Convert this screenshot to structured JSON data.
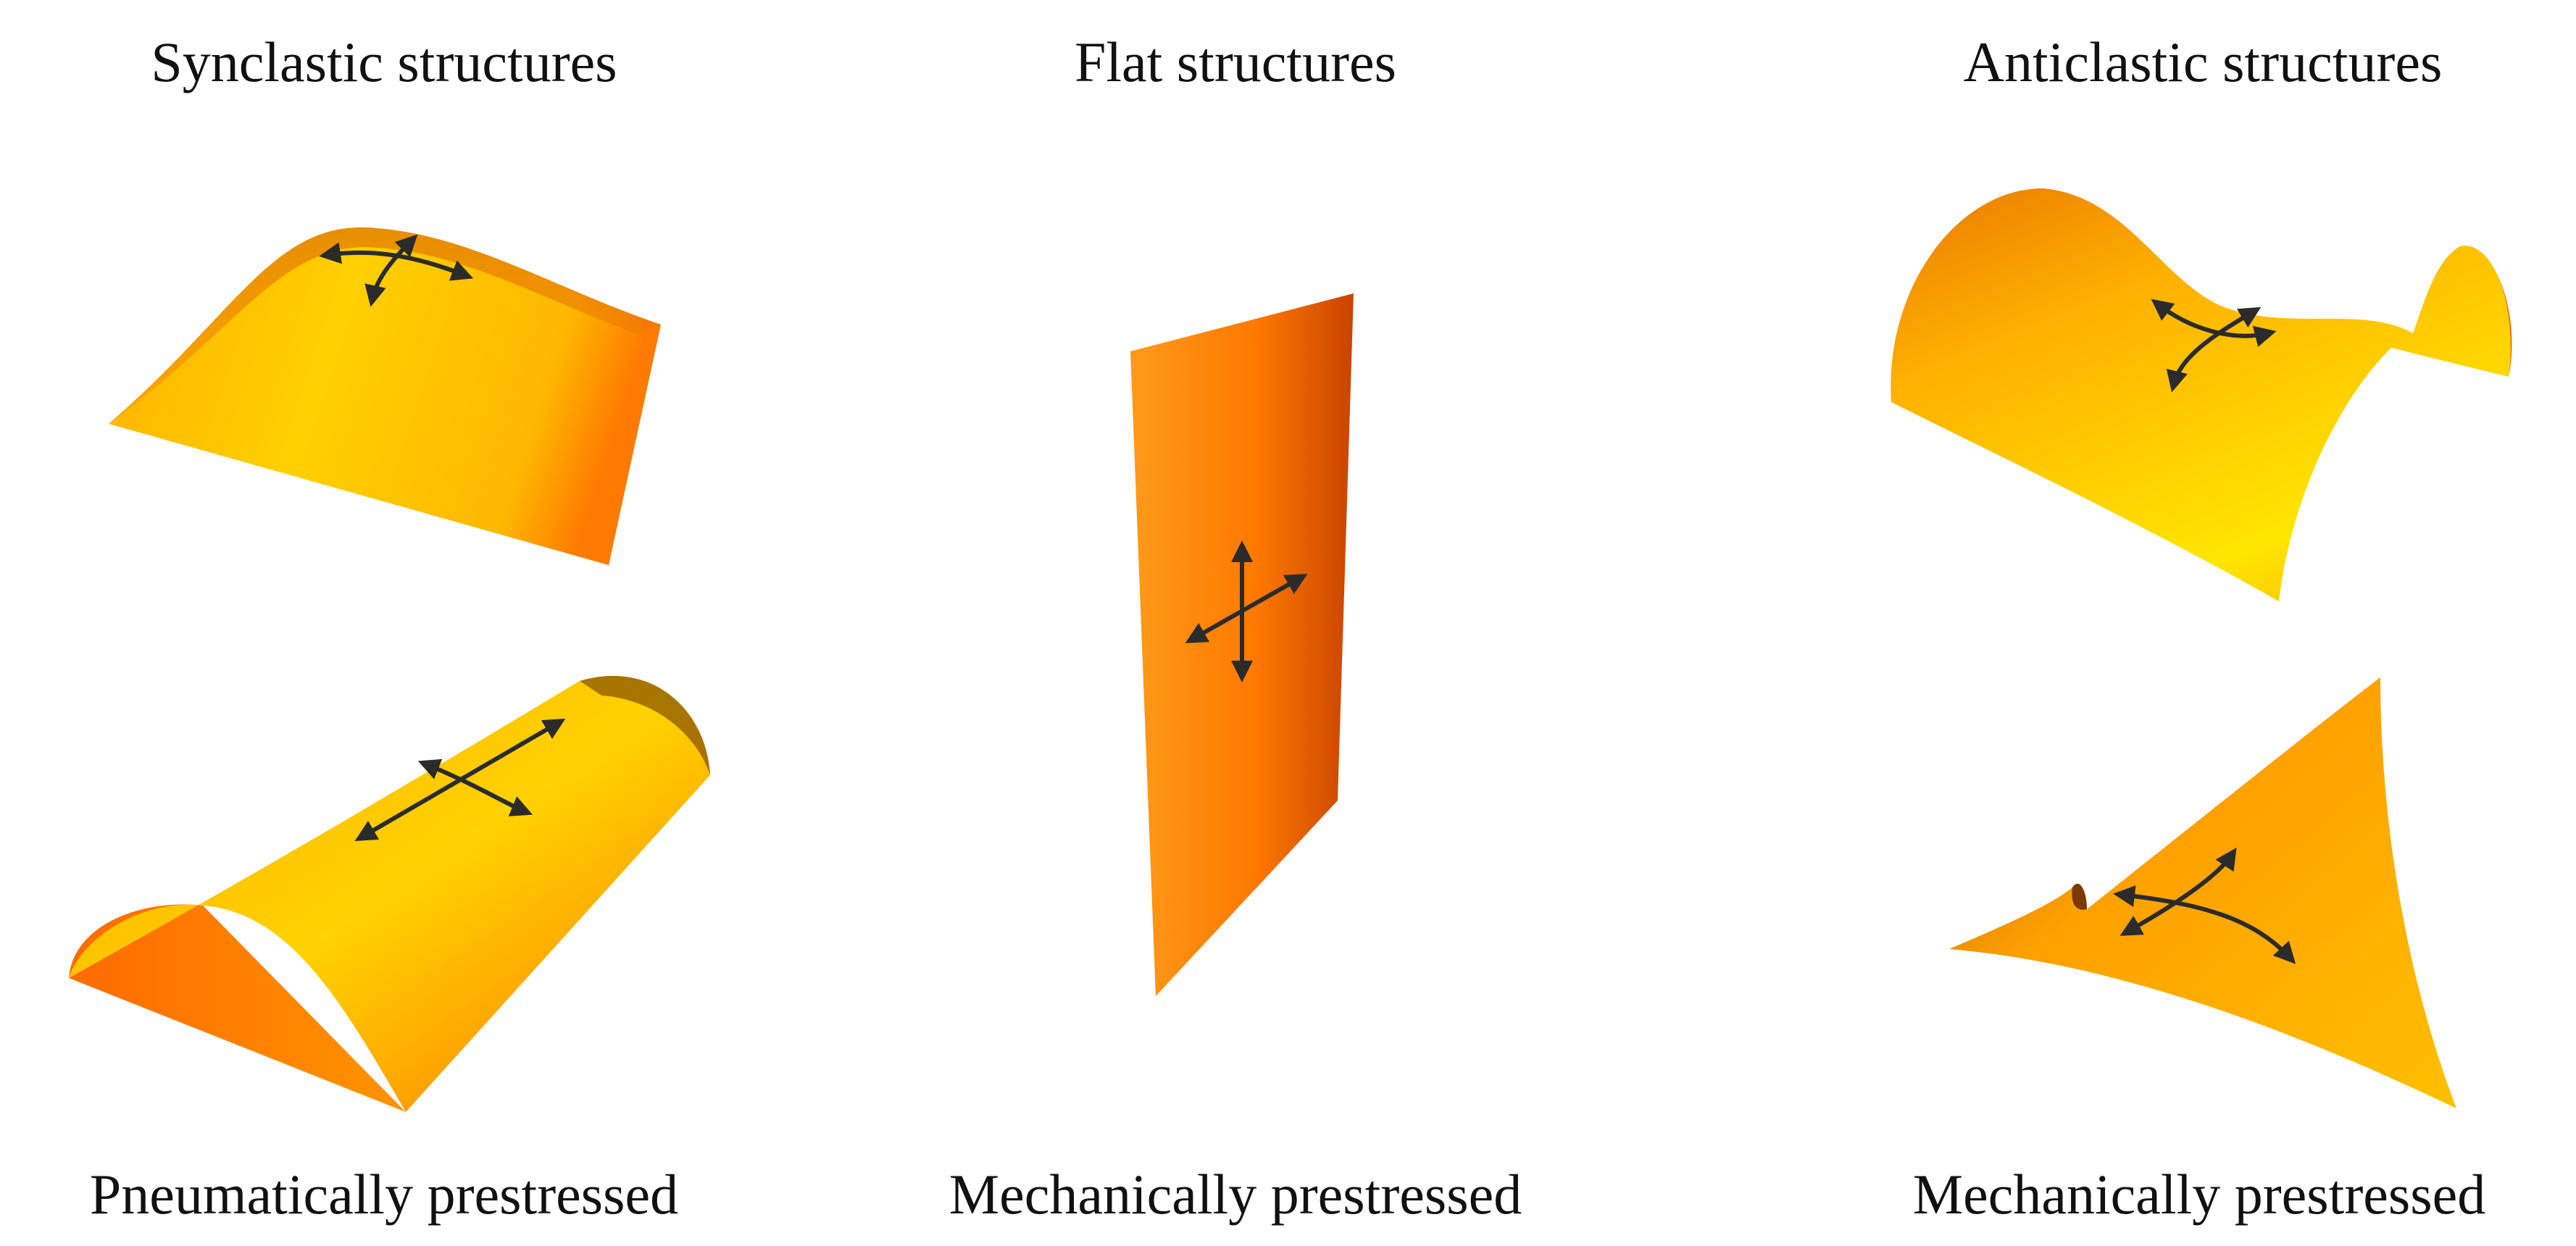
{
  "columns": [
    {
      "title": "Synclastic structures",
      "caption": "Pneumatically prestressed",
      "shapes": [
        "dome",
        "barrel-vault"
      ]
    },
    {
      "title": "Flat structures",
      "caption": "Mechanically prestressed",
      "shapes": [
        "flat-panel"
      ]
    },
    {
      "title": "Anticlastic structures",
      "caption": "Mechanically prestressed",
      "shapes": [
        "saddle",
        "hypar"
      ]
    }
  ]
}
